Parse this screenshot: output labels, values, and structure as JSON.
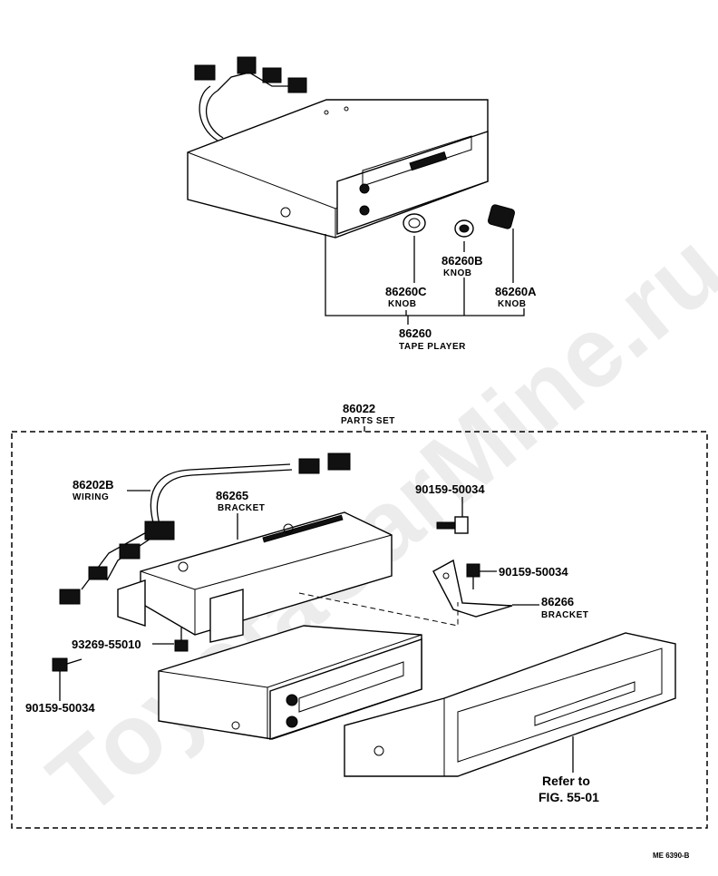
{
  "watermark": "ToyotaCarMine.ru",
  "tape_player": {
    "part": "86260",
    "name": "TAPE PLAYER",
    "knobs": [
      {
        "part": "86260C",
        "name": "KNOB"
      },
      {
        "part": "86260B",
        "name": "KNOB"
      },
      {
        "part": "86260A",
        "name": "KNOB"
      }
    ]
  },
  "parts_set": {
    "part": "86022",
    "name": "PARTS SET",
    "wiring": {
      "part": "86202B",
      "name": "WIRING"
    },
    "bracket_main": {
      "part": "86265",
      "name": "BRACKET"
    },
    "bracket_side": {
      "part": "86266",
      "name": "BRACKET"
    },
    "screw_top": "90159-50034",
    "screw_mid": "90159-50034",
    "screw_left": "90159-50034",
    "bolt": "93269-55010",
    "refer_line1": "Refer to",
    "refer_line2": "FIG. 55-01"
  },
  "footer_code": "ME 6390-B"
}
